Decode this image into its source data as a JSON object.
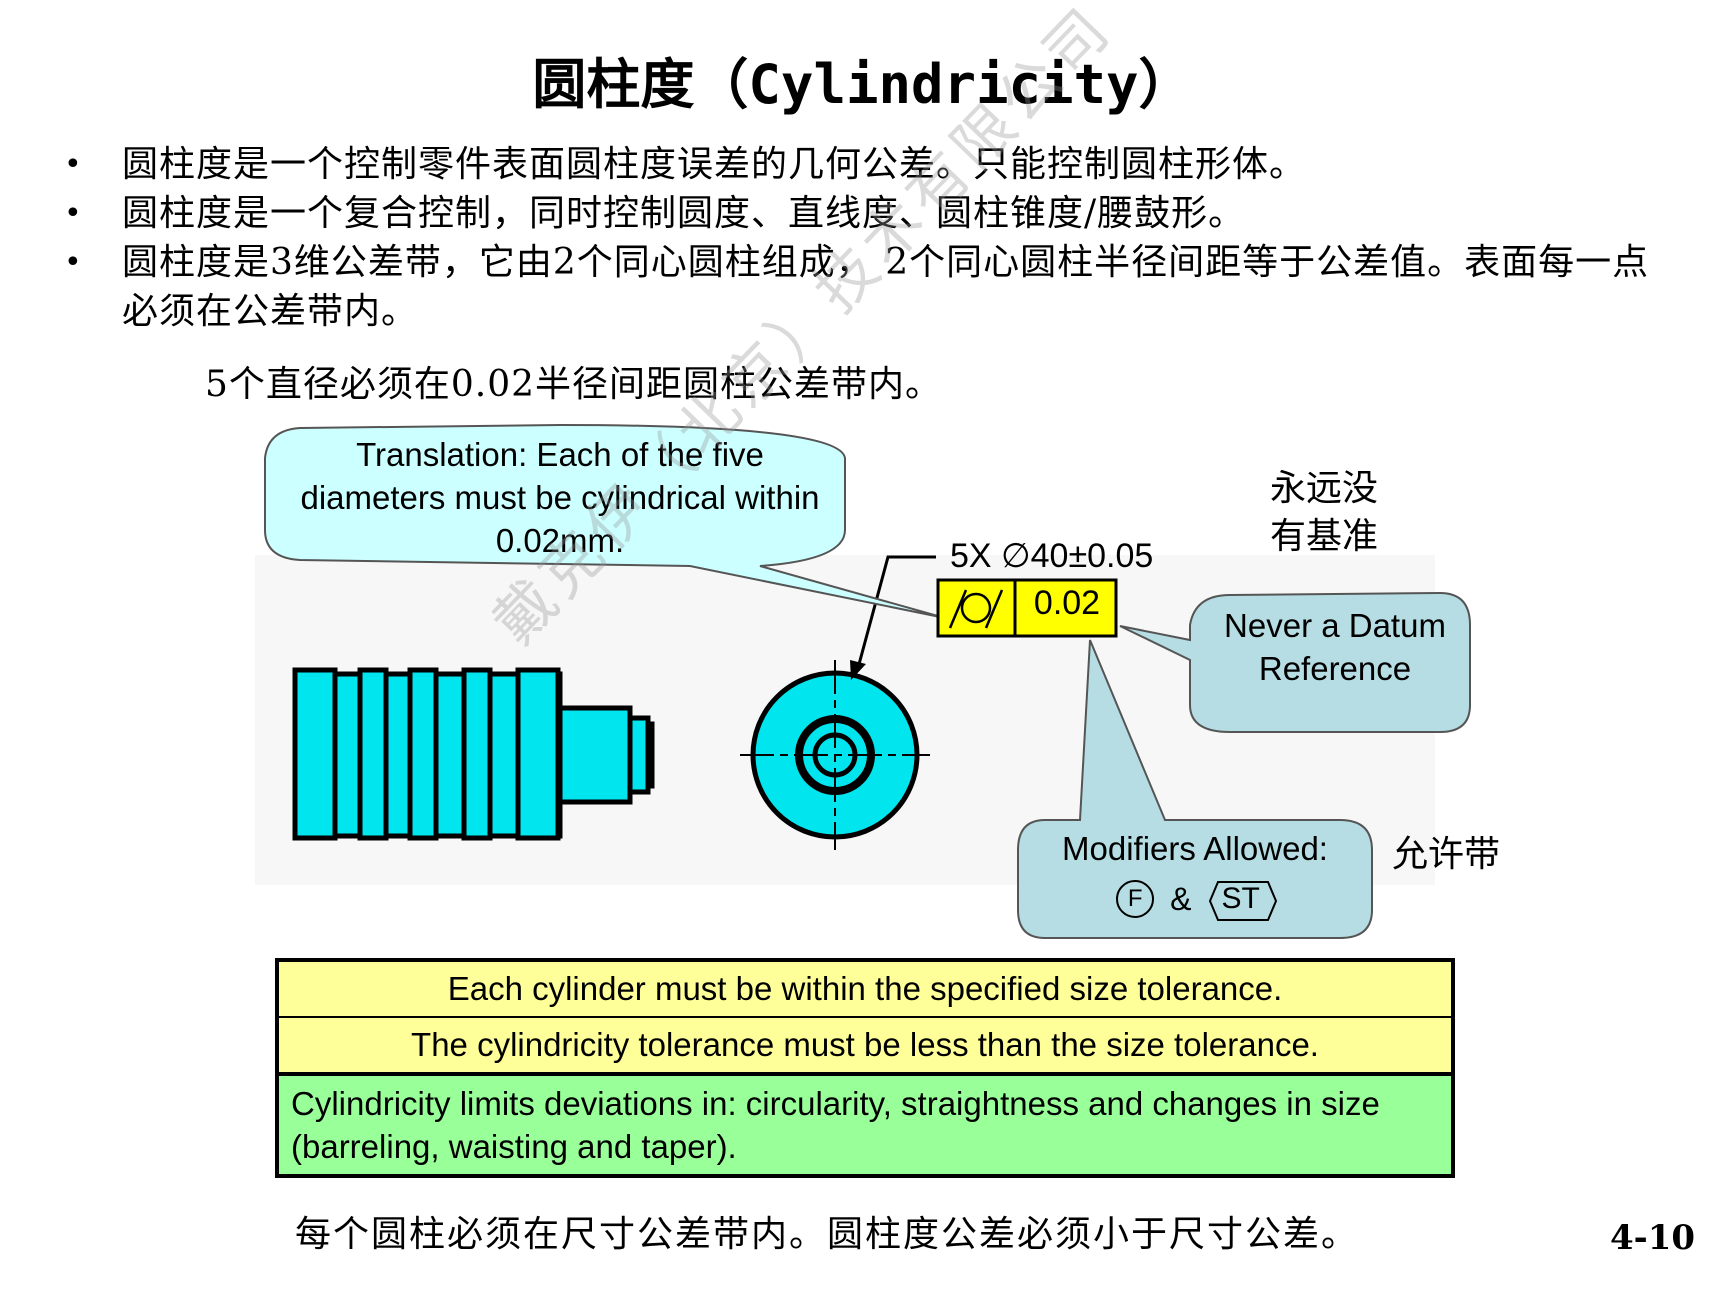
{
  "title": "圆柱度（Cylindricity）",
  "bullets": [
    "圆柱度是一个控制零件表面圆柱度误差的几何公差。只能控制圆柱形体。",
    "圆柱度是一个复合控制，同时控制圆度、直线度、圆柱锥度/腰鼓形。",
    "圆柱度是3维公差带，它由2个同心圆柱组成， 2个同心圆柱半径间距等于公差值。表面每一点必须在公差带内。"
  ],
  "subline": "5个直径必须在0.02半径间距圆柱公差带内。",
  "translation_bubble": "Translation:  Each of the five diameters must be cylindrical within 0.02mm.",
  "callout": {
    "size_label": "5X ∅40±0.05",
    "tolerance_value": "0.02",
    "symbol": "cylindricity-symbol"
  },
  "never_bubble": "Never a Datum Reference",
  "modifiers_bubble": {
    "label": "Modifiers Allowed:",
    "mod1": "F",
    "amp": "&",
    "mod2": "ST"
  },
  "cn_no_datum": "永远没有基准",
  "cn_allowed": "允许带",
  "rules": [
    "Each cylinder must be within the specified size tolerance.",
    "The cylindricity tolerance must be less than the size tolerance.",
    "Cylindricity limits deviations in: circularity, straightness and changes in size (barreling, waisting and taper)."
  ],
  "footer_cn": "每个圆柱必须在尺寸公差带内。圆柱度公差必须小于尺寸公差。",
  "page_number": "4-10",
  "watermark": "戴克伊（北京）技术有限公司",
  "colors": {
    "part_fill": "#00e5ee",
    "bubble_cyan": "#ccffff",
    "bubble_teal": "#b5dde3",
    "fcf_yellow": "#ffff00",
    "rule_yellow": "#ffff99",
    "rule_green": "#99ff99"
  }
}
